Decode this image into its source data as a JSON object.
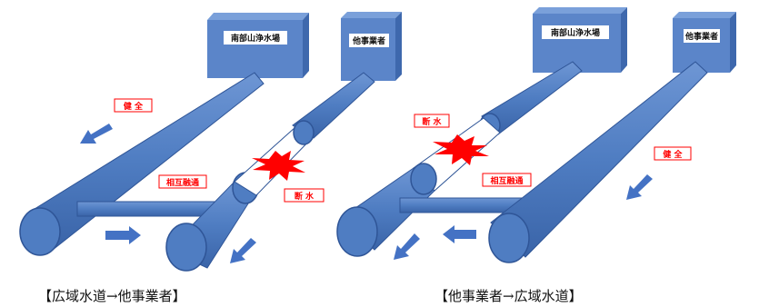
{
  "panels": [
    {
      "facilities": [
        "南部山浄水場",
        "他事業者"
      ],
      "labels": {
        "healthy": "健 全",
        "cutoff": "断 水",
        "interchange": "相互融通"
      },
      "caption": "【広域水道→他事業者】"
    },
    {
      "facilities": [
        "南部山浄水場",
        "他事業者"
      ],
      "labels": {
        "cutoff": "断 水",
        "interchange": "相互融通",
        "healthy": "健 全"
      },
      "caption": "【他事業者→広域水道】"
    }
  ],
  "colors": {
    "pipe": "#4f7dc2",
    "pipe_dark": "#3a64a8",
    "box_front": "#5b85c9",
    "box_top": "#7aa0da",
    "box_side": "#3e68ad",
    "arrow": "#4472c4",
    "label_border": "#ff0000",
    "break": "#ff0000"
  },
  "icons": [
    "flow-arrow-icon",
    "pipe-break-burst-icon"
  ]
}
